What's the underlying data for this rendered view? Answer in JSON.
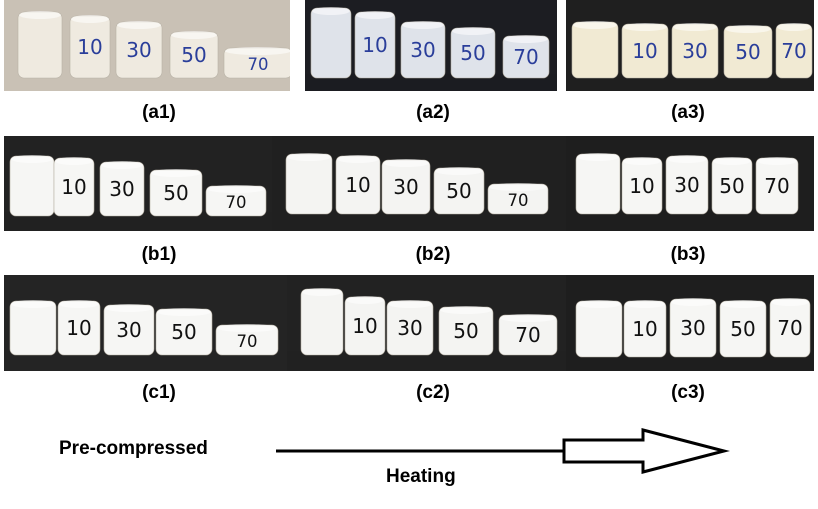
{
  "panels": [
    {
      "label": "(a1)",
      "bg": "#c9c1b5",
      "sample": "#efeae0",
      "ink": "#2a3e9a",
      "numbers": [
        "10",
        "30",
        "50",
        "70"
      ]
    },
    {
      "label": "(a2)",
      "bg": "#1c1d22",
      "sample": "#dfe3ea",
      "ink": "#2a3e9a",
      "numbers": [
        "10",
        "30",
        "50",
        "70"
      ]
    },
    {
      "label": "(a3)",
      "bg": "#1f1f1f",
      "sample": "#f1ead3",
      "ink": "#2a3e9a",
      "numbers": [
        "10",
        "30",
        "50",
        "70"
      ]
    },
    {
      "label": "(b1)",
      "bg": "#222222",
      "sample": "#f6f6f4",
      "ink": "#111111",
      "numbers": [
        "10",
        "30",
        "50",
        "70"
      ]
    },
    {
      "label": "(b2)",
      "bg": "#202020",
      "sample": "#f4f4f2",
      "ink": "#111111",
      "numbers": [
        "10",
        "30",
        "50",
        "70"
      ]
    },
    {
      "label": "(b3)",
      "bg": "#1e1e1e",
      "sample": "#f6f6f4",
      "ink": "#111111",
      "numbers": [
        "10",
        "30",
        "50",
        "70"
      ]
    },
    {
      "label": "(c1)",
      "bg": "#242424",
      "sample": "#f6f6f4",
      "ink": "#111111",
      "numbers": [
        "10",
        "30",
        "50",
        "70"
      ]
    },
    {
      "label": "(c2)",
      "bg": "#222222",
      "sample": "#f4f4f2",
      "ink": "#111111",
      "numbers": [
        "10",
        "30",
        "50",
        "70"
      ]
    },
    {
      "label": "(c3)",
      "bg": "#1e1e1e",
      "sample": "#f6f6f4",
      "ink": "#111111",
      "numbers": [
        "10",
        "30",
        "50",
        "70"
      ]
    }
  ],
  "bottom": {
    "left_label": "Pre-compressed",
    "arrow_label": "Heating"
  }
}
